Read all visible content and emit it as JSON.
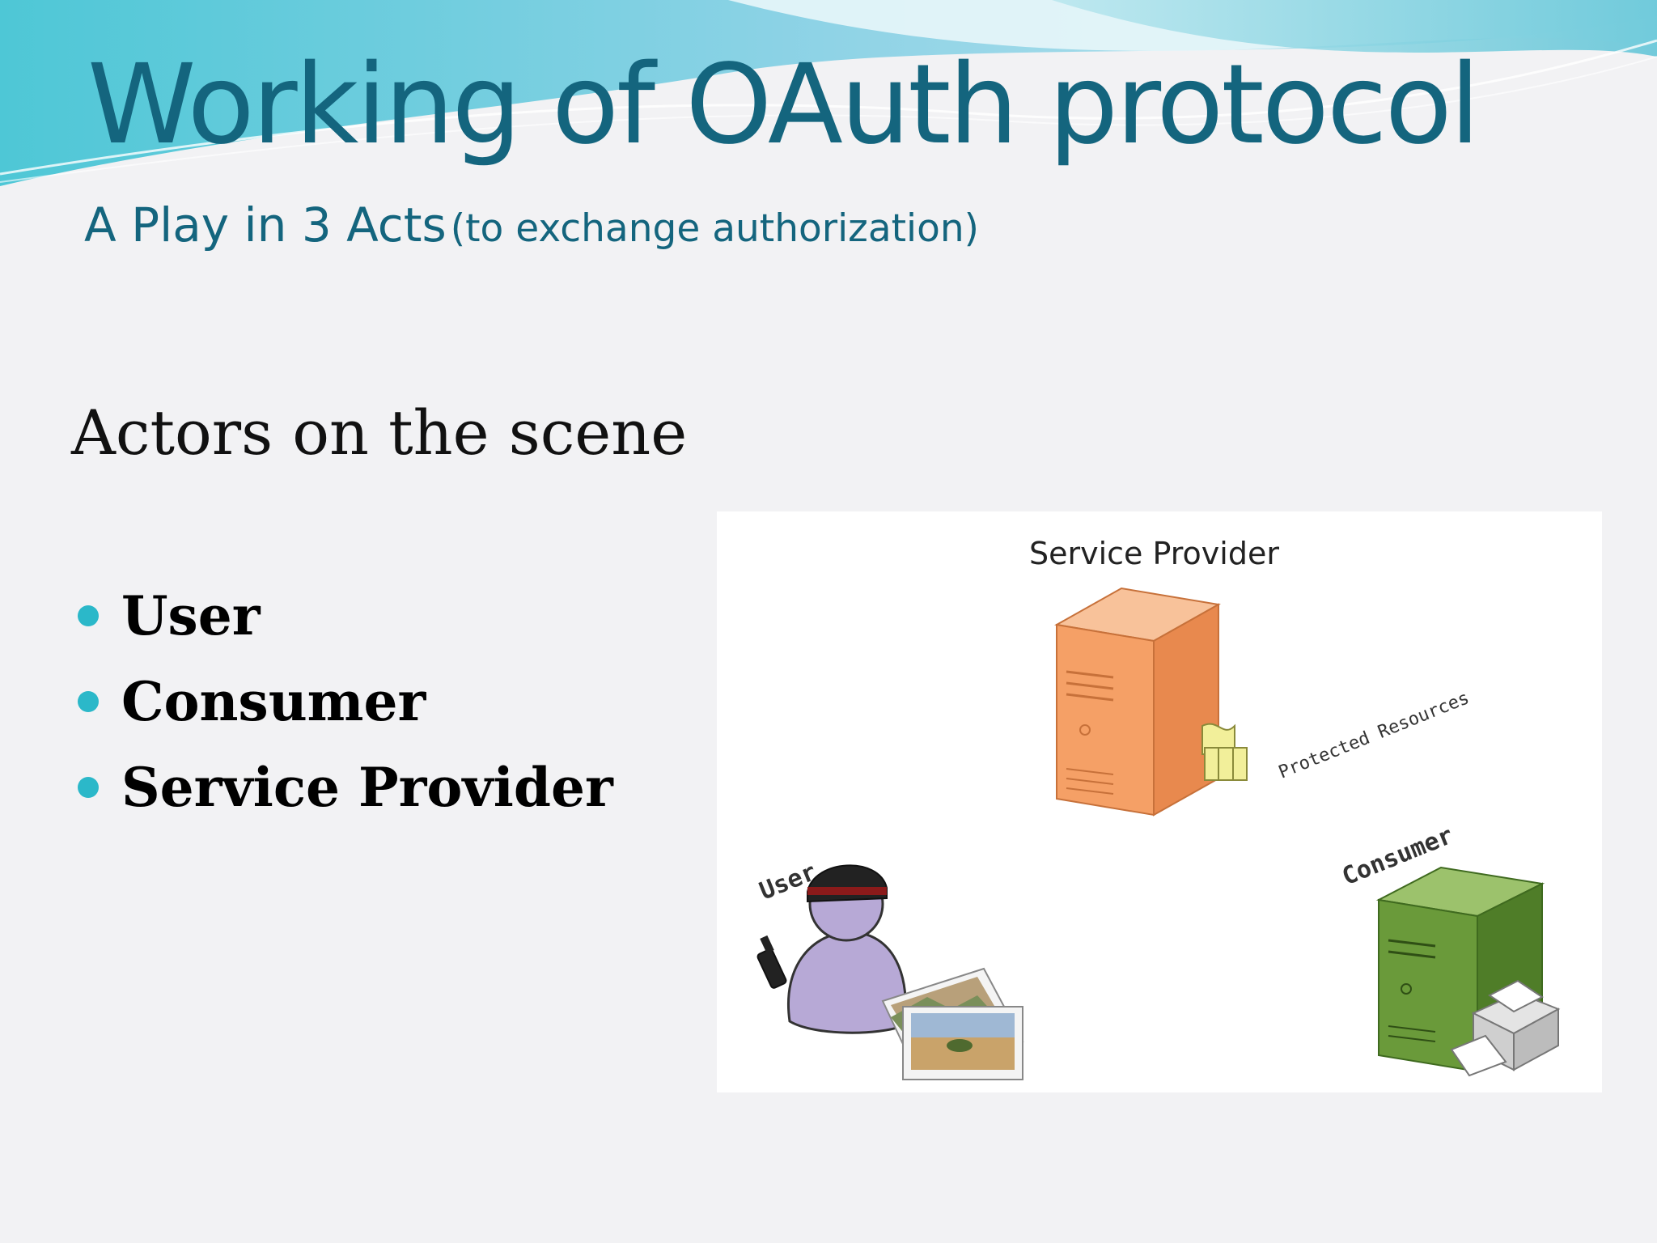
{
  "slide": {
    "title": "Working of OAuth protocol",
    "subtitle_main": "A Play in 3 Acts",
    "subtitle_paren": "(to exchange authorization)",
    "section_heading": "Actors on the scene",
    "bullets": [
      "User",
      "Consumer",
      "Service Provider"
    ]
  },
  "diagram": {
    "service_provider_label": "Service Provider",
    "protected_resources_label": "Protected Resources",
    "consumer_label": "Consumer",
    "user_label": "User"
  },
  "colors": {
    "title": "#14657e",
    "bullet": "#2bb8c9",
    "service_provider_server": "#f5a066",
    "consumer_server": "#6a9a3a",
    "user_figure": "#b7a9d6"
  }
}
